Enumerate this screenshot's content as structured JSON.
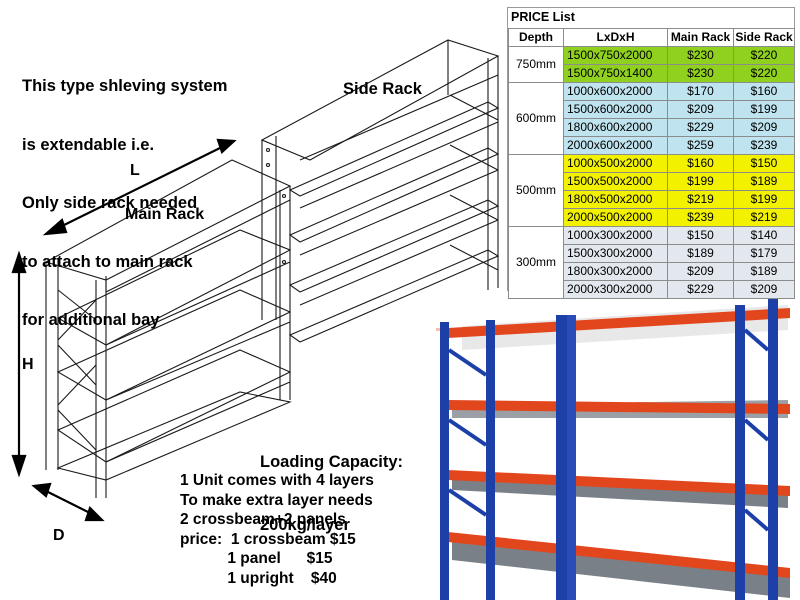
{
  "intro_lines": [
    "This type shleving system",
    "is extendable i.e.",
    "Only side rack needed",
    "to attach to main rack",
    "for additional bay"
  ],
  "labels": {
    "side_rack": "Side Rack",
    "main_rack": "Main Rack",
    "L": "L",
    "H": "H",
    "D": "D"
  },
  "capacity": {
    "line1": "Loading Capacity:",
    "line2": "200kg/layer"
  },
  "extra_lines": [
    "1 Unit comes with 4 layers",
    "To make extra layer needs",
    "2 crossbeam+2 panels",
    "price:  1 crossbeam $15",
    "           1 panel      $15",
    "           1 upright    $40"
  ],
  "price_table": {
    "title": "PRICE List",
    "headers": [
      "Depth",
      "LxDxH",
      "Main Rack",
      "Side Rack"
    ],
    "groups": [
      {
        "depth": "750mm",
        "color": "#8fd11e",
        "rows": [
          {
            "size": "1500x750x2000",
            "main": "$230",
            "side": "$220"
          },
          {
            "size": "1500x750x1400",
            "main": "$230",
            "side": "$220"
          }
        ]
      },
      {
        "depth": "600mm",
        "color": "#bfe3ef",
        "rows": [
          {
            "size": "1000x600x2000",
            "main": "$170",
            "side": "$160"
          },
          {
            "size": "1500x600x2000",
            "main": "$209",
            "side": "$199"
          },
          {
            "size": "1800x600x2000",
            "main": "$229",
            "side": "$209"
          },
          {
            "size": "2000x600x2000",
            "main": "$259",
            "side": "$239"
          }
        ]
      },
      {
        "depth": "500mm",
        "color": "#f2f200",
        "rows": [
          {
            "size": "1000x500x2000",
            "main": "$160",
            "side": "$150"
          },
          {
            "size": "1500x500x2000",
            "main": "$199",
            "side": "$189"
          },
          {
            "size": "1800x500x2000",
            "main": "$219",
            "side": "$199"
          },
          {
            "size": "2000x500x2000",
            "main": "$239",
            "side": "$219"
          }
        ]
      },
      {
        "depth": "300mm",
        "color": "#e2e8ee",
        "rows": [
          {
            "size": "1000x300x2000",
            "main": "$150",
            "side": "$140"
          },
          {
            "size": "1500x300x2000",
            "main": "$189",
            "side": "$179"
          },
          {
            "size": "1800x300x2000",
            "main": "$209",
            "side": "$189"
          },
          {
            "size": "2000x300x2000",
            "main": "$229",
            "side": "$209"
          }
        ]
      }
    ]
  },
  "colors": {
    "upright_blue": "#1d3fa8",
    "beam_red": "#e2461d",
    "panel_grey": "#7a8088"
  },
  "icons": [
    "dimension-arrow",
    "rack-line-drawing",
    "rack-photo"
  ]
}
